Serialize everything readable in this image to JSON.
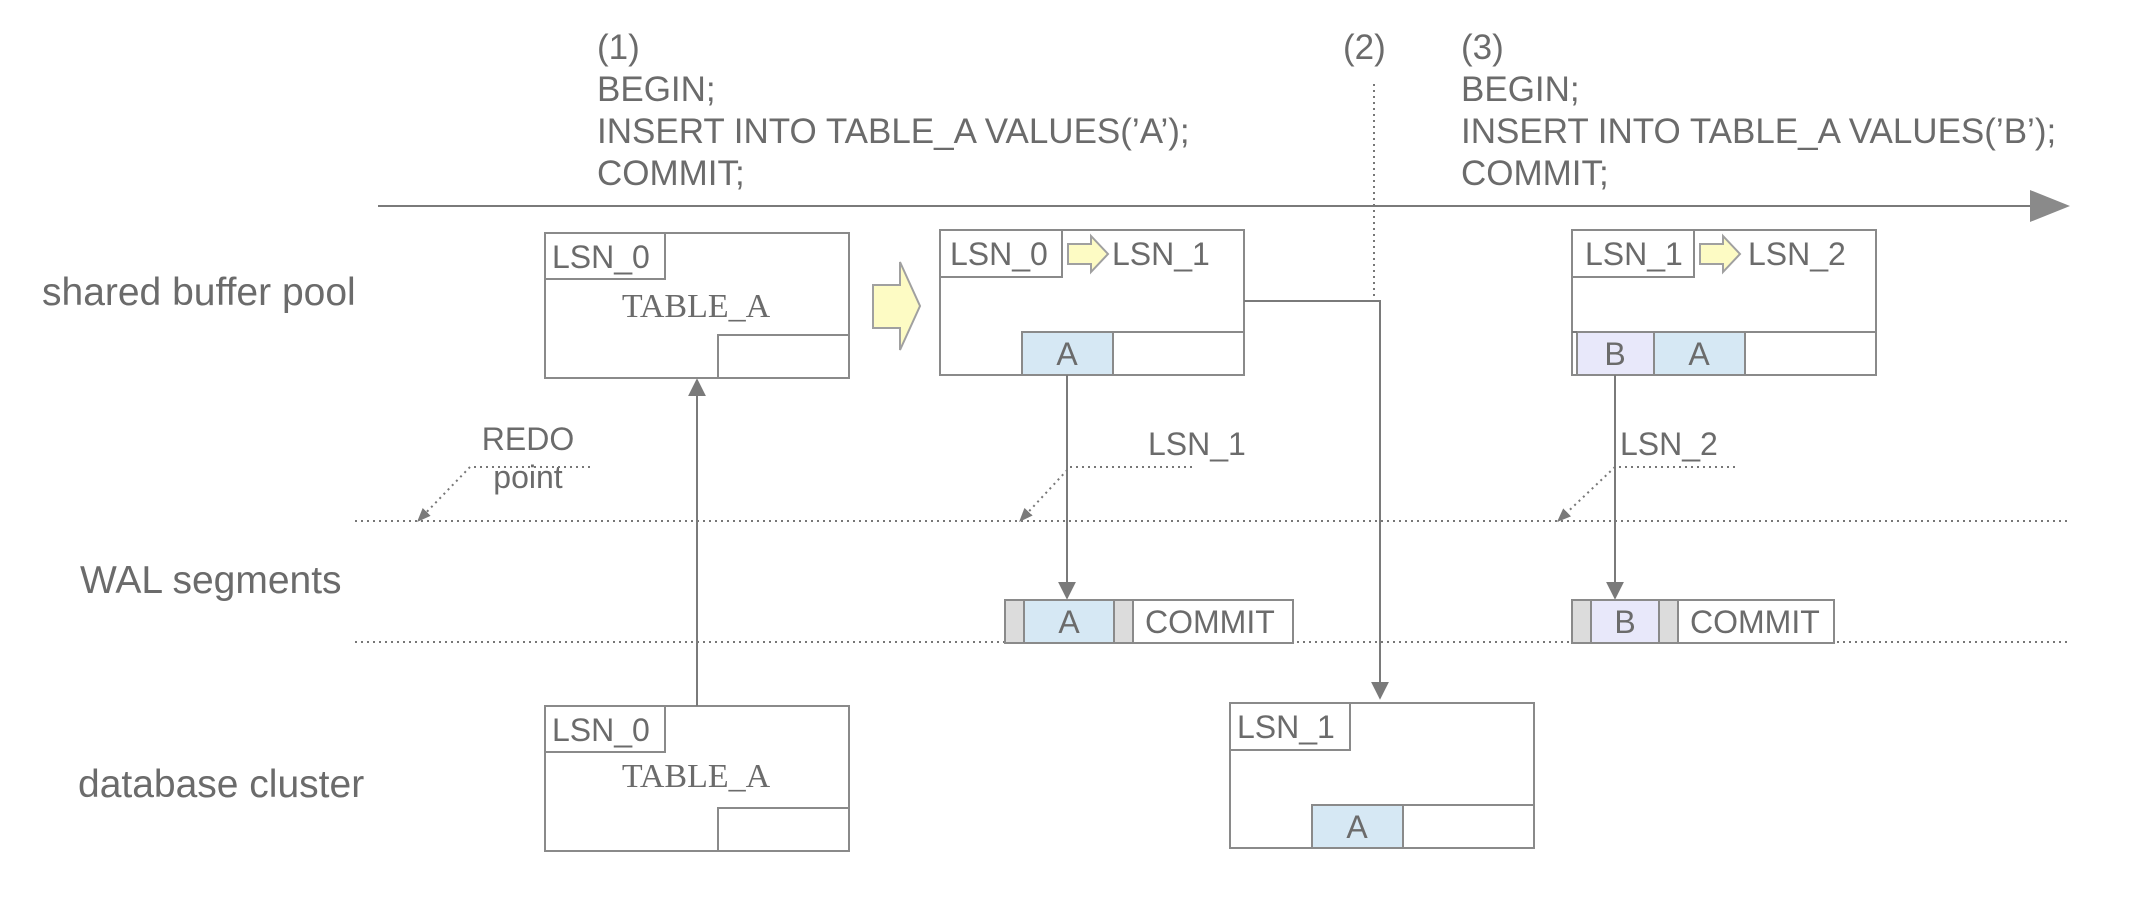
{
  "steps": {
    "s1": {
      "num": "(1)",
      "lines": [
        "BEGIN;",
        "INSERT INTO TABLE_A VALUES(’A’);",
        "COMMIT;"
      ]
    },
    "s2": {
      "num": "(2)"
    },
    "s3": {
      "num": "(3)",
      "lines": [
        "BEGIN;",
        "INSERT INTO TABLE_A VALUES(’B’);",
        "COMMIT;"
      ]
    }
  },
  "rows": {
    "buffer": "shared buffer pool",
    "wal": "WAL segments",
    "cluster": "database cluster"
  },
  "redo": {
    "line1": "REDO",
    "line2": "point"
  },
  "buffer_pages": {
    "p0": {
      "lsn": "LSN_0",
      "table": "TABLE_A"
    },
    "p1": {
      "lsn_old": "LSN_0",
      "lsn_new": "LSN_1",
      "cell": "A"
    },
    "p2": {
      "lsn_old": "LSN_1",
      "lsn_new": "LSN_2",
      "cell1": "B",
      "cell2": "A"
    }
  },
  "wal_labels": {
    "w1": "LSN_1",
    "w2": "LSN_2"
  },
  "wal_records": {
    "r1": {
      "cell": "A",
      "commit": "COMMIT"
    },
    "r2": {
      "cell": "B",
      "commit": "COMMIT"
    }
  },
  "cluster_pages": {
    "c0": {
      "lsn": "LSN_0",
      "table": "TABLE_A"
    },
    "c1": {
      "lsn": "LSN_1",
      "cell": "A"
    }
  },
  "colors": {
    "cell_a": "#d6e8f4",
    "cell_b": "#e8e8fa",
    "arrow_fill": "#fdfbc4",
    "stroke": "#8a8a8a",
    "text": "#6b6b6b"
  }
}
